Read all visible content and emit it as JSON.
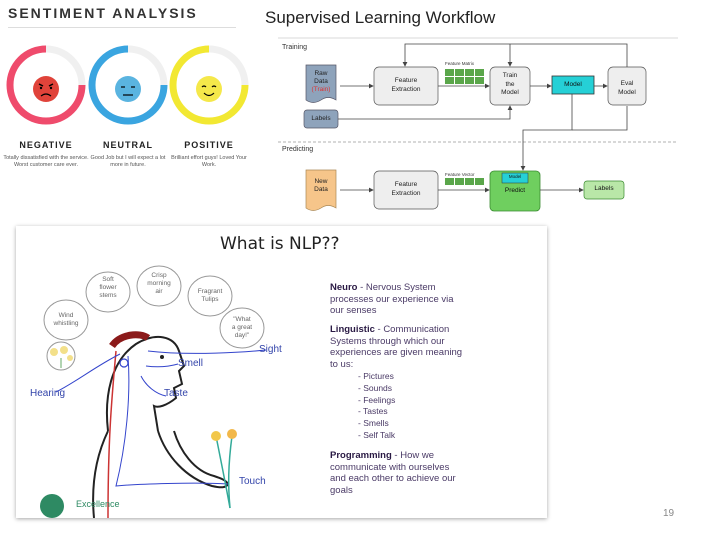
{
  "sentiment": {
    "title": "SENTIMENT ANALYSIS",
    "faces": [
      {
        "label": "NEGATIVE",
        "caption": "Totally dissatisfied with the service. Worst customer care ever.",
        "ring": "#ef4b6c",
        "face": "#e0433a"
      },
      {
        "label": "NEUTRAL",
        "caption": "Good Job but I will expect a lot more in future.",
        "ring": "#3aa5e0",
        "face": "#5ab4e0"
      },
      {
        "label": "POSITIVE",
        "caption": "Brilliant effort guys! Loved Your Work.",
        "ring": "#f2e832",
        "face": "#f5e84a"
      }
    ]
  },
  "workflow": {
    "title": "Supervised Learning Workflow",
    "training_label": "Training",
    "predicting_label": "Predicting",
    "raw_data": "Raw",
    "raw_data2": "Data",
    "raw_train": "(Train)",
    "labels": "Labels",
    "feature_extraction1": "Feature",
    "feature_extraction2": "Extraction",
    "feature_matrix": "Feature Matrix",
    "train1": "Train",
    "train2": "the",
    "train3": "Model",
    "model": "Model",
    "eval1": "Eval",
    "eval2": "Model",
    "new_data1": "New",
    "new_data2": "Data",
    "feature_vector": "Feature Vector",
    "predict_model": "Model",
    "predict": "Predict",
    "labels_out": "Labels"
  },
  "nlp": {
    "title": "What is NLP??",
    "thoughts": [
      "Soft",
      "flower",
      "stems",
      "Crisp",
      "morning",
      "air",
      "Fragrant",
      "Tulips",
      "Wind",
      "whistling",
      "\"What",
      "a great",
      "day!\""
    ],
    "senses": {
      "sight": "Sight",
      "smell": "Smell",
      "hearing": "Hearing",
      "taste": "Taste",
      "touch": "Touch"
    },
    "logo_text": "Excellence",
    "neuro_head": "Neuro",
    "neuro_body1": " - Nervous System",
    "neuro_body2": "processes our experience via",
    "neuro_body3": "our senses",
    "ling_head": "Linguistic",
    "ling_body1": " - Communication",
    "ling_body2": "Systems through which our",
    "ling_body3": "experiences are given meaning",
    "ling_body4": "to us:",
    "list": [
      "- Pictures",
      "- Sounds",
      "- Feelings",
      "- Tastes",
      "- Smells",
      "- Self Talk"
    ],
    "prog_head": "Programming",
    "prog_body1": " - How we",
    "prog_body2": "communicate with ourselves",
    "prog_body3": "and each other to achieve our",
    "prog_body4": "goals"
  },
  "page_number": "19"
}
